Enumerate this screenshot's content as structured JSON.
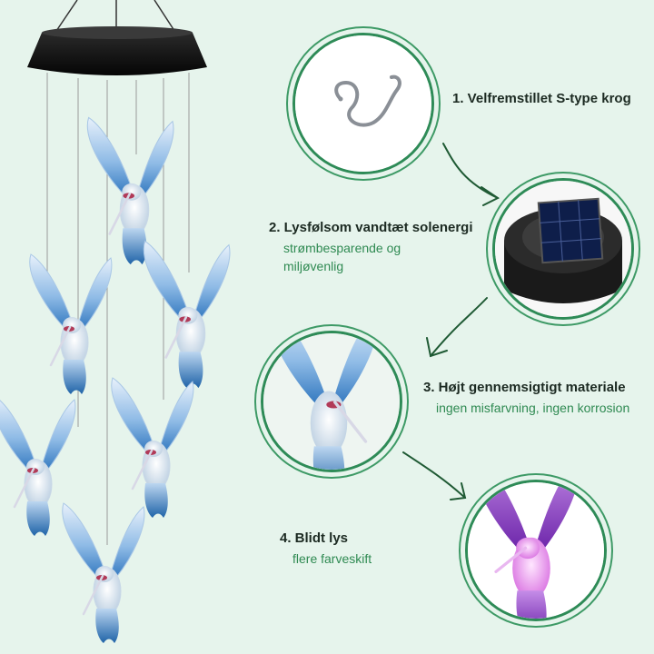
{
  "features": [
    {
      "title": "1. Velfremstillet S-type krog",
      "subtitle": []
    },
    {
      "title": "2. Lysfølsom vandtæt solenergi",
      "subtitle": [
        "strømbesparende og",
        "miljøvenlig"
      ]
    },
    {
      "title": "3. Højt gennemsigtigt materiale",
      "subtitle": [
        "ingen misfarvning, ingen korrosion"
      ]
    },
    {
      "title": "4. Blidt lys",
      "subtitle": [
        "flere farveskift"
      ]
    }
  ],
  "colors": {
    "background": "#e6f4ec",
    "ring": "#2e8b57",
    "title_text": "#1c2a22",
    "subtitle_text": "#2f8a52",
    "bird_blue": "#3f86c9",
    "bird_purple": "#8a3fc4"
  },
  "icons": [
    "s-hook-icon",
    "solar-panel-icon",
    "hummingbird-icon",
    "arrow-icon"
  ]
}
